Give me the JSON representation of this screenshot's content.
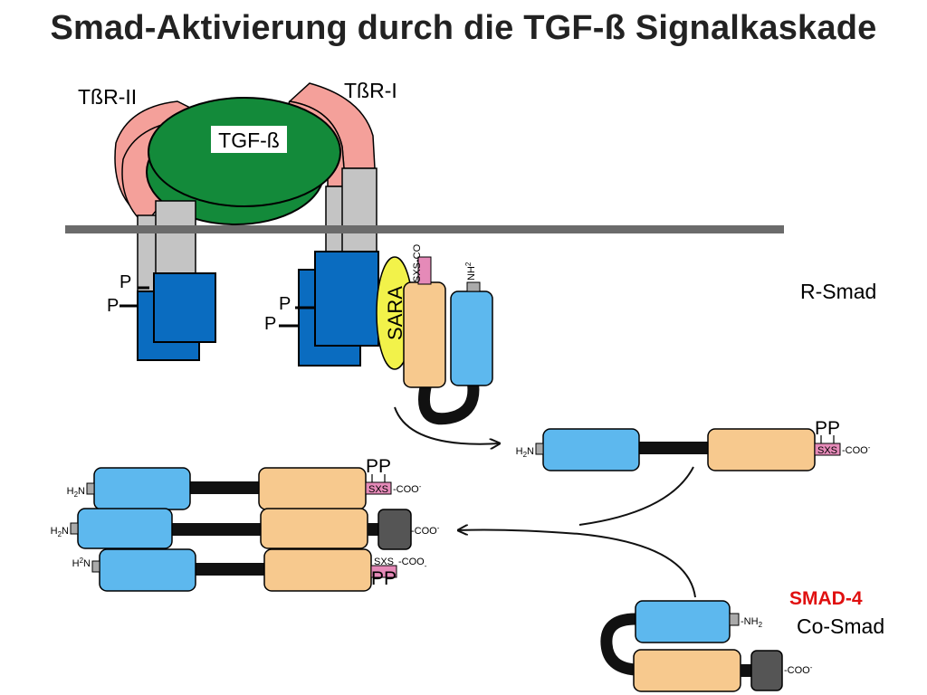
{
  "title": "Smad-Aktivierung durch die TGF-ß Signalkaskade",
  "labels": {
    "tbr2": "TßR-II",
    "tbr1": "TßR-I",
    "tgfb": "TGF-ß",
    "sara": "SARA",
    "r_smad": "R-Smad",
    "smad4": "SMAD-4",
    "co_smad": "Co-Smad",
    "p": "P",
    "pp": "PP",
    "sxs": "SXS",
    "sxs_co": "SXS-CO",
    "coo": "-COO",
    "minus": "-",
    "h": "H",
    "two": "2",
    "n": "N",
    "nh": "NH",
    "nh_dash": "-NH"
  },
  "colors": {
    "receptor_pink": "#f4a09a",
    "ligand_green": "#138a3a",
    "membrane_gray": "#6b6b6b",
    "kinase_blue": "#0a6cc0",
    "stalk_gray": "#c4c4c4",
    "sara_yellow": "#f2f24a",
    "mh2_orange": "#f7c98e",
    "mh1_blue": "#5db8ee",
    "sxs_pink": "#e58ab8",
    "smad4_red": "#e01010",
    "tail_dark": "#555555"
  }
}
